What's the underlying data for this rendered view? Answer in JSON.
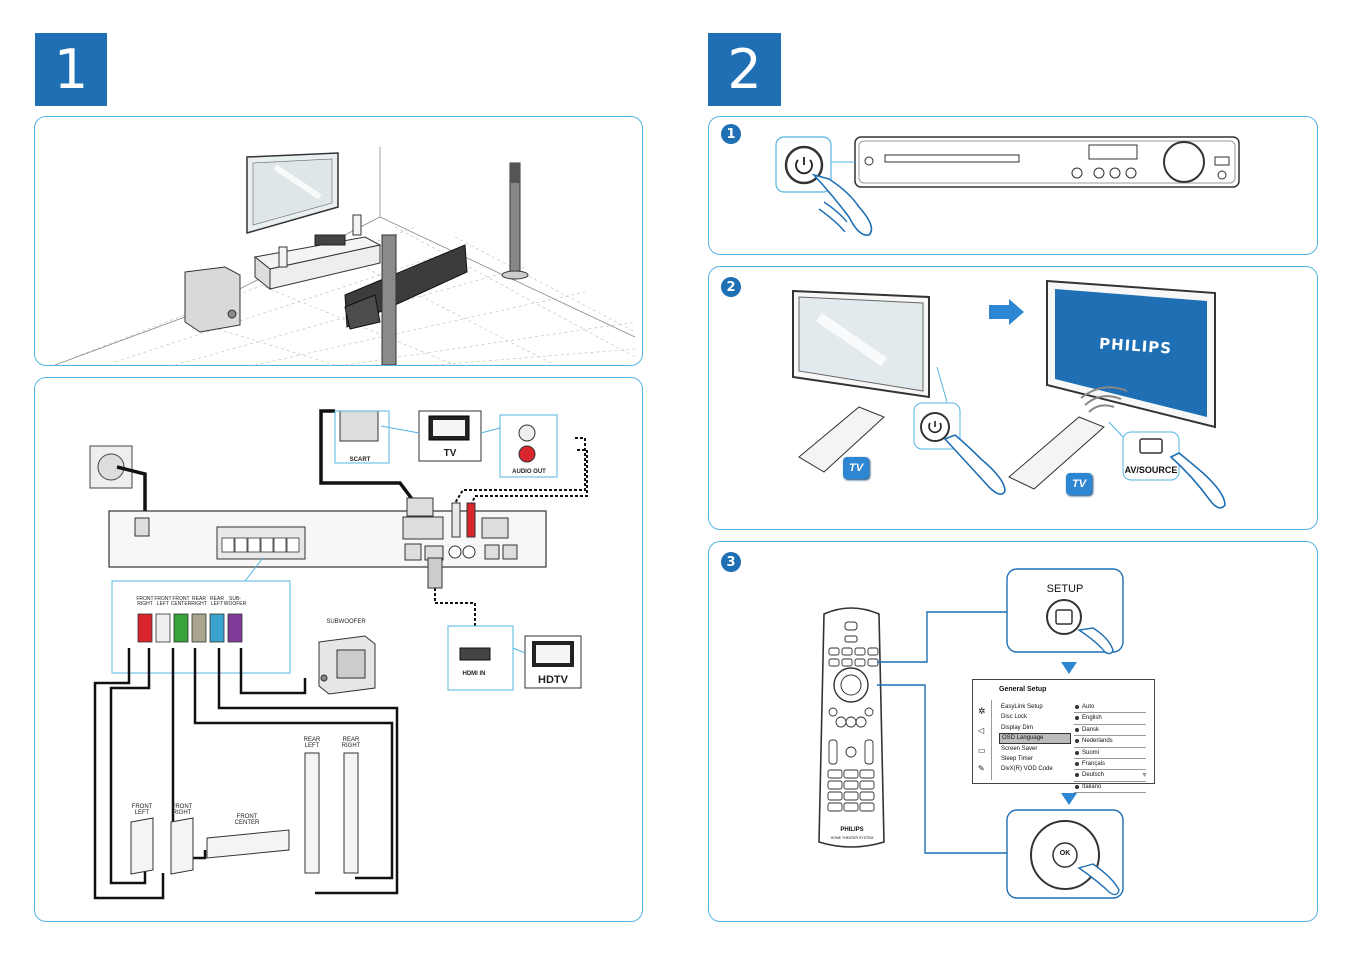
{
  "steps": {
    "left": "1",
    "right": "2"
  },
  "substeps": [
    "1",
    "2",
    "3"
  ],
  "connections": {
    "scart": "SCART",
    "tv": "TV",
    "audio_out": "AUDIO OUT",
    "hdmi_in": "HDMI IN",
    "hdtv": "HDTV",
    "subwoofer": "SUBWOOFER",
    "speaker_ports": [
      "FRONT\nRIGHT",
      "FRONT\nLEFT",
      "FRONT\nCENTER",
      "REAR\nRIGHT",
      "REAR\nLEFT",
      "SUB-\nWOOFER"
    ],
    "port_colors": [
      "#d8262c",
      "#e8e8e8",
      "#3aa23a",
      "#a9a58f",
      "#3aa3d0",
      "#7e3c98"
    ],
    "speakers": {
      "front_left": "FRONT\nLEFT",
      "front_right": "FRONT\nRIGHT",
      "front_center": "FRONT\nCENTER",
      "rear_left": "REAR\nLEFT",
      "rear_right": "REAR\nRIGHT"
    }
  },
  "turn_on": {
    "tv_badge": "TV",
    "brand": "PHILIPS",
    "av_source": "AV/SOURCE"
  },
  "setup": {
    "setup_label": "SETUP",
    "ok_label": "OK",
    "remote_brand": "PHILIPS",
    "remote_caption": "HOME THEATER SYSTEM",
    "menu_title": "General Setup",
    "menu_items": [
      "EasyLink Setup",
      "Disc Lock",
      "Display Dim",
      "OSD Language",
      "Screen Saver",
      "Sleep Timer",
      "DivX(R) VOD Code"
    ],
    "selected_item": "OSD Language",
    "languages": [
      "Auto",
      "English",
      "Dansk",
      "Nederlands",
      "Suomi",
      "Français",
      "Deutsch",
      "Italiano"
    ]
  },
  "colors": {
    "accent": "#1f6fb4",
    "panel_border": "#55b4e3",
    "screen_blue": "#1f6fb4"
  }
}
